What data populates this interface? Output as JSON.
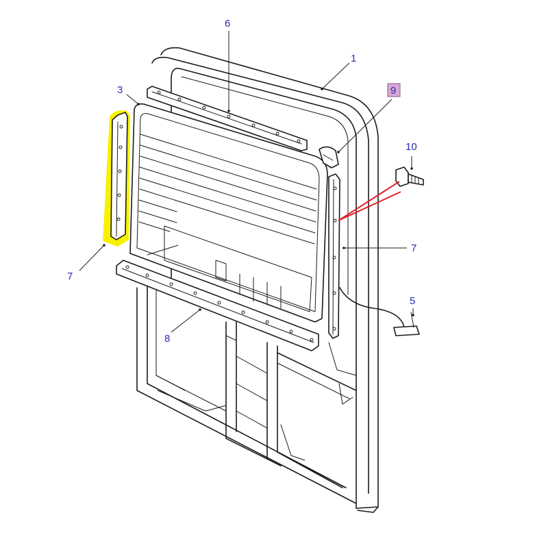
{
  "callouts": {
    "c1": "1",
    "c3": "3",
    "c5": "5",
    "c6": "6",
    "c7_left": "7",
    "c7_right": "7",
    "c8": "8",
    "c9": "9",
    "c10": "10"
  },
  "colors": {
    "callout_text": "#2b2bb3",
    "highlight": "#f7f200",
    "highlight_box": "#d9a7d6",
    "pointer": "#e0202a",
    "line": "#1a1a1a"
  },
  "highlighted_part": "7"
}
